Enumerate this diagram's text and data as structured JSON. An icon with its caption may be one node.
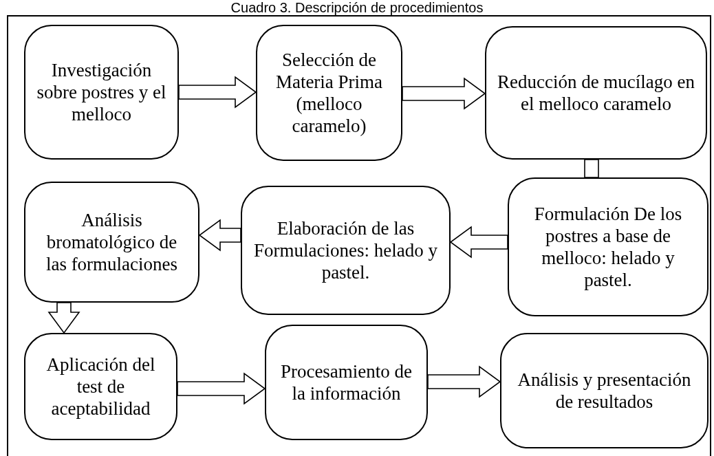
{
  "diagram": {
    "title": "Cuadro 3. Descripción de procedimientos",
    "nodes": [
      {
        "text": [
          "Investigación sobre postres y el melloco"
        ]
      },
      {
        "text": [
          "Selección de Materia Prima (melloco caramelo)"
        ]
      },
      {
        "text": [
          "Reducción de mucílago en el melloco caramelo"
        ]
      },
      {
        "text": [
          "Formulación De los postres a base de melloco: helado y pastel."
        ]
      },
      {
        "text": [
          "Elaboración de las Formulaciones: helado y pastel."
        ]
      },
      {
        "text": [
          "Análisis bromatológico de las formulaciones"
        ]
      },
      {
        "text": [
          "Aplicación del test de aceptabilidad"
        ]
      },
      {
        "text": [
          "Procesamiento de la información"
        ]
      },
      {
        "text": [
          "Análisis y presentación de resultados"
        ]
      }
    ],
    "edges": [
      {
        "from": 0,
        "to": 1,
        "arrow": "to"
      },
      {
        "from": 1,
        "to": 2,
        "arrow": "to"
      },
      {
        "from": 2,
        "to": 3,
        "arrow": "none"
      },
      {
        "from": 3,
        "to": 4,
        "arrow": "to"
      },
      {
        "from": 4,
        "to": 5,
        "arrow": "to"
      },
      {
        "from": 5,
        "to": 6,
        "arrow": "to"
      },
      {
        "from": 6,
        "to": 7,
        "arrow": "to"
      },
      {
        "from": 7,
        "to": 8,
        "arrow": "to"
      }
    ]
  }
}
